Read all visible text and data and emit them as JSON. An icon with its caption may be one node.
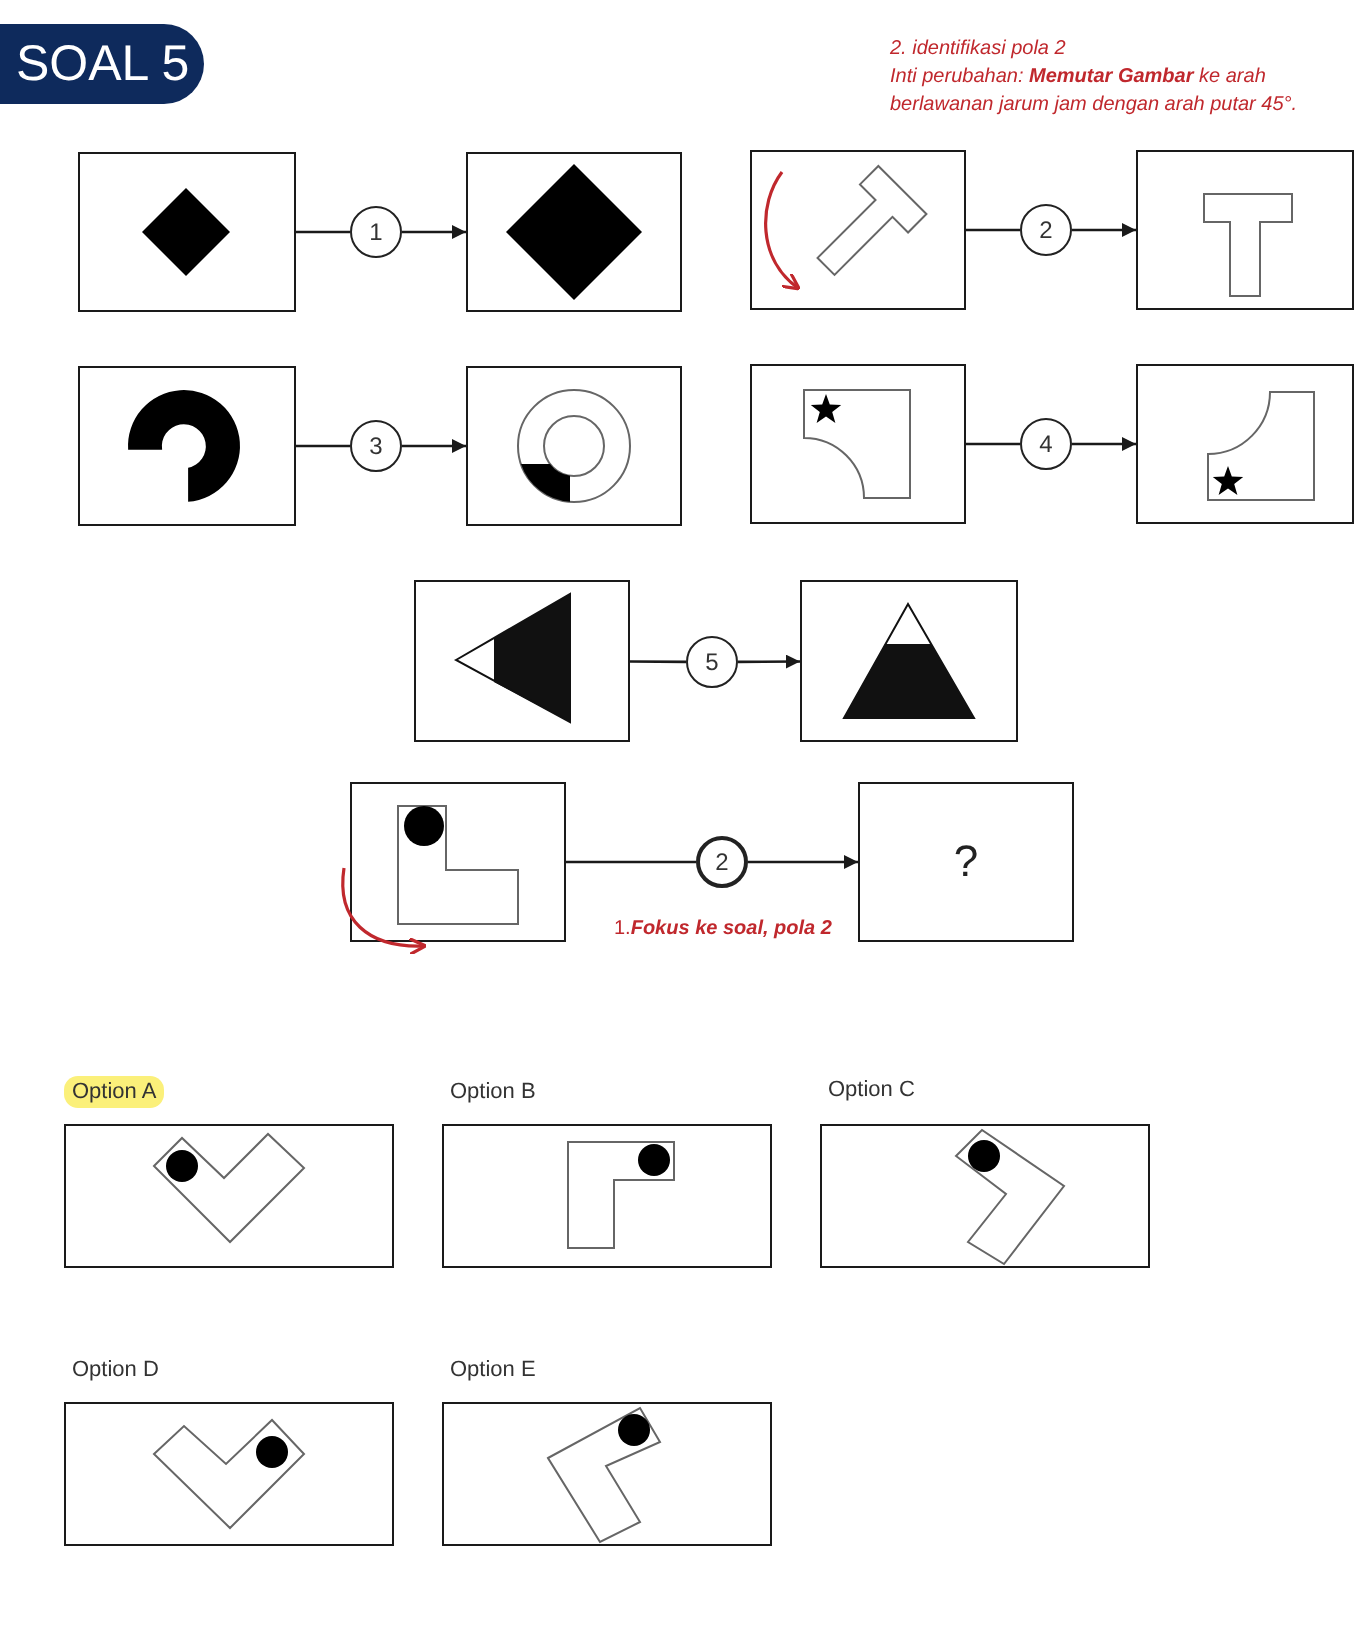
{
  "diagram": {
    "title": "SOAL 5",
    "nodes": [
      {
        "text": [],
        "shape": "picture"
      },
      {
        "text": [
          "1"
        ]
      },
      {
        "text": [],
        "shape": "picture"
      },
      {
        "text": [],
        "shape": "picture"
      },
      {
        "text": [
          "2"
        ]
      },
      {
        "text": [],
        "shape": "picture"
      },
      {
        "text": [],
        "shape": "picture"
      },
      {
        "text": [
          "3"
        ]
      },
      {
        "text": [],
        "shape": "picture"
      },
      {
        "text": [],
        "shape": "picture"
      },
      {
        "text": [
          "4"
        ]
      },
      {
        "text": [],
        "shape": "picture"
      },
      {
        "text": [],
        "shape": "picture"
      },
      {
        "text": [
          "5"
        ]
      },
      {
        "text": [],
        "shape": "picture"
      },
      {
        "text": [],
        "shape": "picture"
      },
      {
        "text": [
          "2"
        ]
      },
      {
        "text": [
          "?"
        ]
      },
      {
        "text": [
          "Option A"
        ]
      },
      {
        "text": [
          "Option B"
        ]
      },
      {
        "text": [
          "Option C"
        ]
      },
      {
        "text": [
          "Option D"
        ]
      },
      {
        "text": [
          "Option E"
        ]
      }
    ],
    "edges": [
      {
        "from": 0,
        "to": 1,
        "arrow": "none"
      },
      {
        "from": 1,
        "to": 2,
        "arrow": "to"
      },
      {
        "from": 3,
        "to": 4,
        "arrow": "none"
      },
      {
        "from": 4,
        "to": 5,
        "arrow": "to"
      },
      {
        "from": 6,
        "to": 7,
        "arrow": "none"
      },
      {
        "from": 7,
        "to": 8,
        "arrow": "to"
      },
      {
        "from": 9,
        "to": 10,
        "arrow": "none"
      },
      {
        "from": 10,
        "to": 11,
        "arrow": "to"
      },
      {
        "from": 12,
        "to": 13,
        "arrow": "none"
      },
      {
        "from": 13,
        "to": 14,
        "arrow": "to"
      },
      {
        "from": 15,
        "to": 16,
        "arrow": "none"
      },
      {
        "from": 16,
        "to": 17,
        "arrow": "to"
      }
    ],
    "labels": [
      "2. identifikasi pola 2",
      "Inti perubahan: **Memutar Gambar** ke arah berlawanan jarum jam dengan arah putar 45°.",
      "1.**Fokus ke soal, pola 2**"
    ]
  }
}
